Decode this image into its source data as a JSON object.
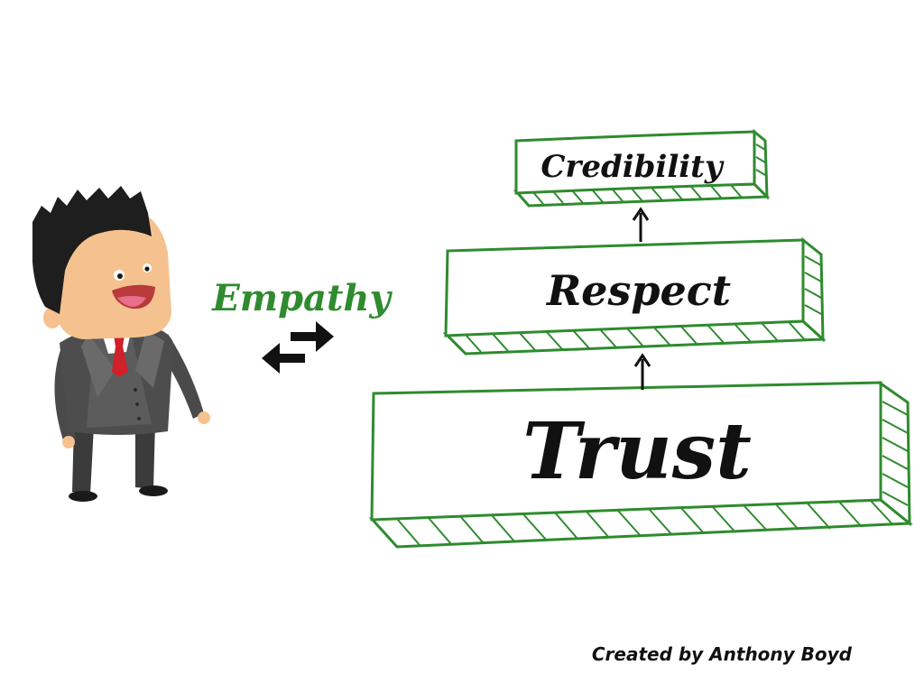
{
  "colors": {
    "box_stroke": "#2e8b2e",
    "empathy_text": "#2e8b2e",
    "arrow": "#111111",
    "suit": "#4a4a4a",
    "skin": "#f5c28f",
    "hair": "#1a1a1a",
    "tie": "#d0202a"
  },
  "character": {
    "icon": "businessman-cartoon-icon"
  },
  "empathy": {
    "label": "Empathy",
    "icon": "exchange-arrows-icon"
  },
  "pyramid": {
    "top": {
      "label": "Credibility"
    },
    "middle": {
      "label": "Respect"
    },
    "bottom": {
      "label": "Trust"
    }
  },
  "footer": {
    "credit": "Created by Anthony Boyd"
  }
}
